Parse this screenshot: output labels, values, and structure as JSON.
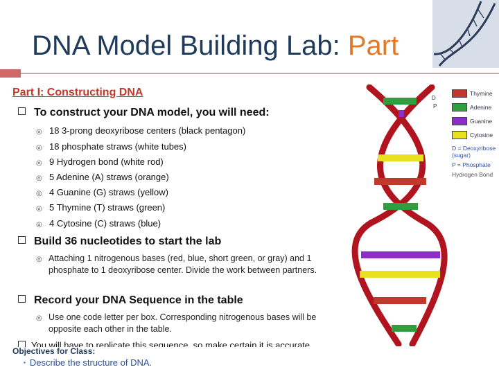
{
  "title": {
    "main": "DNA Model Building Lab: ",
    "accent": "Part"
  },
  "section_heading": "Part I: Constructing DNA",
  "need": {
    "heading": "To construct your DNA model, you will need:",
    "items": [
      "18  3-prong deoxyribose centers (black pentagon)",
      "18  phosphate straws (white tubes)",
      "9  Hydrogen bond (white rod)",
      "5   Adenine (A) straws (orange)",
      "4   Guanine (G) straws (yellow)",
      "5   Thymine (T) straws (green)",
      "4   Cytosine (C) straws (blue)"
    ]
  },
  "build": {
    "heading": "Build 36 nucleotides to start the lab",
    "text": "Attaching 1 nitrogenous bases (red, blue, short green, or gray) and 1 phosphate to 1 deoxyribose center.  Divide the work between partners."
  },
  "record": {
    "heading": "Record your DNA Sequence in the table",
    "text": "Use one code letter per box.  Corresponding nitrogenous bases will be opposite each other in the table.",
    "cut_line": "You will have to replicate this sequence, so make certain it is accurate"
  },
  "legend": {
    "items": [
      {
        "label": "Thymine",
        "color": "#c0392b"
      },
      {
        "label": "Adenine",
        "color": "#2e9e3e"
      },
      {
        "label": "Guanine",
        "color": "#8e2cc8"
      },
      {
        "label": "Cytosine",
        "color": "#e8e020"
      }
    ],
    "notes": [
      "D = Deoxyribose (sugar)",
      "P = Phosphate",
      "Hydrogen Bond"
    ],
    "diagram_labels": {
      "d": "D",
      "p": "P"
    }
  },
  "objectives": {
    "heading": "Objectives for Class:",
    "items": [
      "Describe the structure of DNA."
    ]
  },
  "colors": {
    "title": "#1f3a5a",
    "accent": "#e07a2a",
    "section": "#c0392b",
    "strand": "#b0141e"
  }
}
